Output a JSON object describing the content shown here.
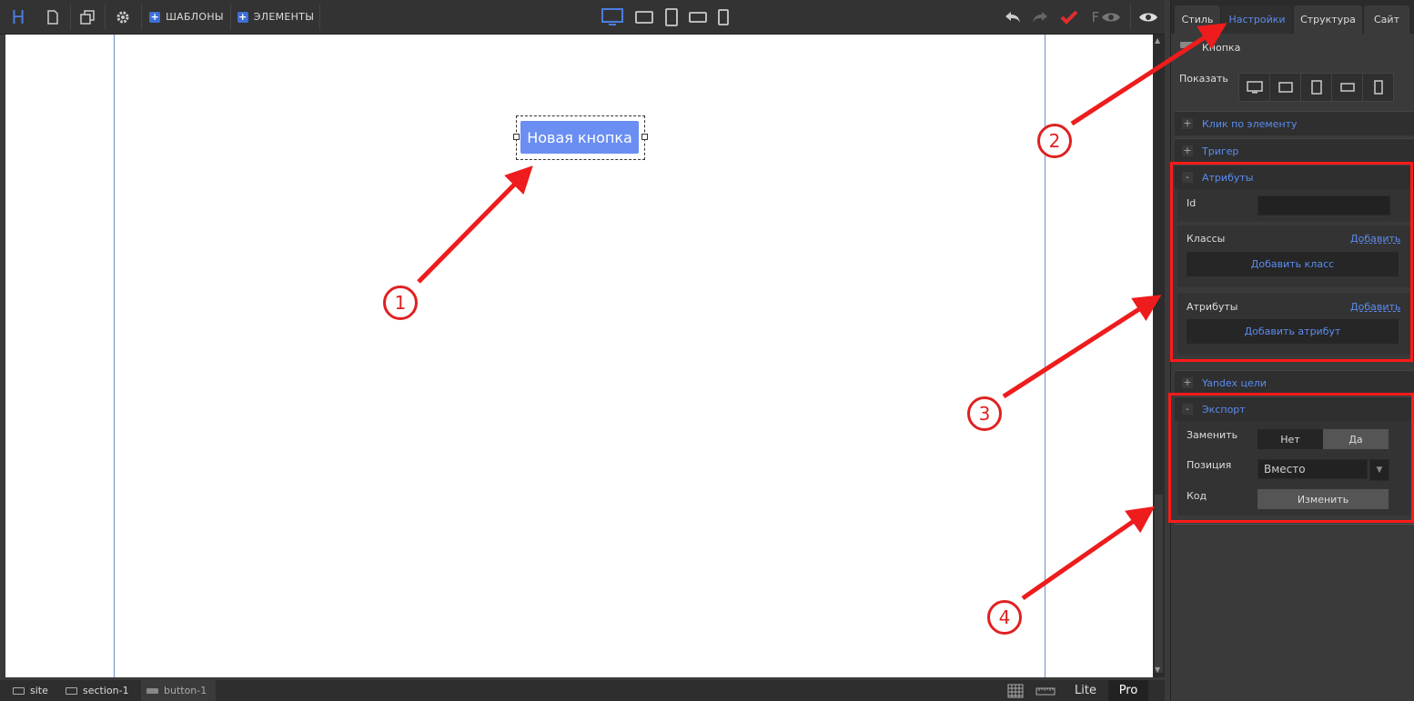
{
  "toolbar": {
    "logo": "H",
    "templates_label": "ШАБЛОНЫ",
    "elements_label": "ЭЛЕМЕНТЫ",
    "f_label": "F"
  },
  "canvas": {
    "button_label": "Новая кнопка"
  },
  "bottombar": {
    "crumbs": [
      "site",
      "section-1",
      "button-1"
    ],
    "lite": "Lite",
    "pro": "Pro"
  },
  "panel": {
    "tabs": [
      "Стиль",
      "Настройки",
      "Структура",
      "Сайт"
    ],
    "active_tab": "Настройки",
    "element_title": "Кнопка",
    "show_label": "Показать",
    "sections": {
      "click": "Клик по элементу",
      "trigger": "Тригер",
      "attributes": "Атрибуты",
      "yandex": "Yandex цели",
      "export": "Экспорт"
    },
    "attributes": {
      "id_label": "Id",
      "id_value": "",
      "classes_label": "Классы",
      "classes_add": "Добавить",
      "add_class": "Добавить класс",
      "attrs_label": "Атрибуты",
      "attrs_add": "Добавить",
      "add_attr": "Добавить атрибут"
    },
    "export": {
      "replace_label": "Заменить",
      "no": "Нет",
      "yes": "Да",
      "position_label": "Позиция",
      "position_value": "Вместо",
      "code_label": "Код",
      "change_button": "Изменить"
    }
  },
  "annotations": [
    "1",
    "2",
    "3",
    "4"
  ],
  "colors": {
    "accent": "#5b8cf0",
    "button": "#6a8ef2",
    "annotation": "#e02020"
  }
}
